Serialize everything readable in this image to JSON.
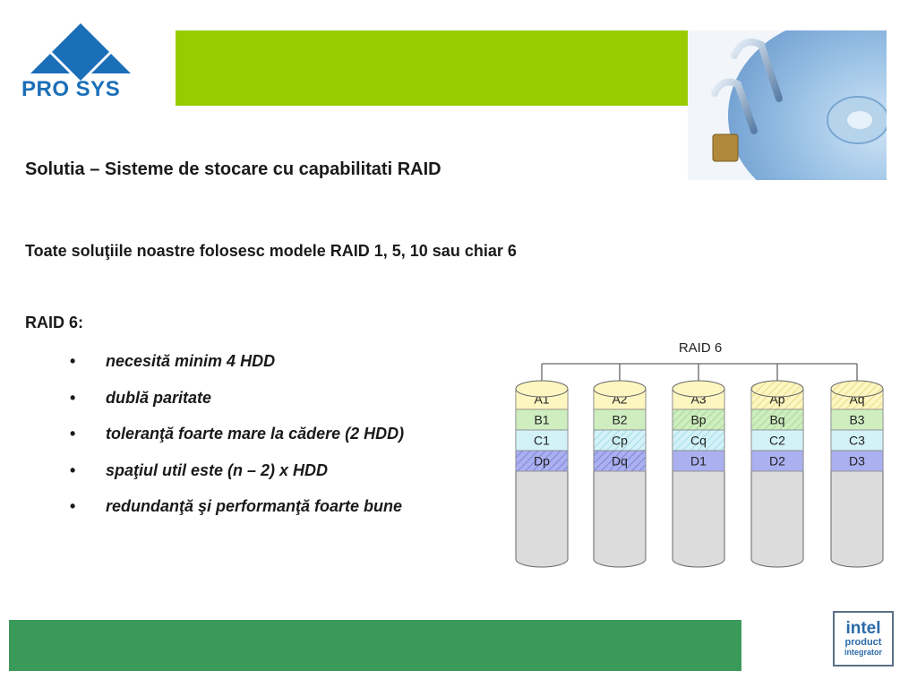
{
  "header": {
    "logo_text": "PRO SYS",
    "accent_color": "#99cc00"
  },
  "content": {
    "title": "Solutia – Sisteme de stocare cu capabilitati RAID",
    "subtitle": "Toate soluţiile noastre folosesc modele RAID 1, 5, 10 sau chiar 6",
    "raid_label": "RAID 6:",
    "bullets": [
      "necesită minim 4 HDD",
      "dublă paritate",
      "toleranţă foarte mare la cădere (2 HDD)",
      "spaţiul util este (n – 2) x HDD",
      "redundanţă şi performanţă foarte bune"
    ]
  },
  "diagram": {
    "title": "RAID 6",
    "disks": [
      [
        "A1",
        "B1",
        "C1",
        "Dp"
      ],
      [
        "A2",
        "B2",
        "Cp",
        "Dq"
      ],
      [
        "A3",
        "Bp",
        "Cq",
        "D1"
      ],
      [
        "Ap",
        "Bq",
        "C2",
        "D2"
      ],
      [
        "Aq",
        "B3",
        "C3",
        "D3"
      ]
    ],
    "colors": {
      "row_a": "#fdf6c0",
      "row_b": "#cfeec0",
      "row_c": "#d2f2f8",
      "row_d": "#aab0f0",
      "body": "#dcdcdc"
    }
  },
  "footer": {
    "badge_line1": "intel",
    "badge_line2": "product",
    "badge_line3": "integrator",
    "band_color": "#3a9a59"
  }
}
